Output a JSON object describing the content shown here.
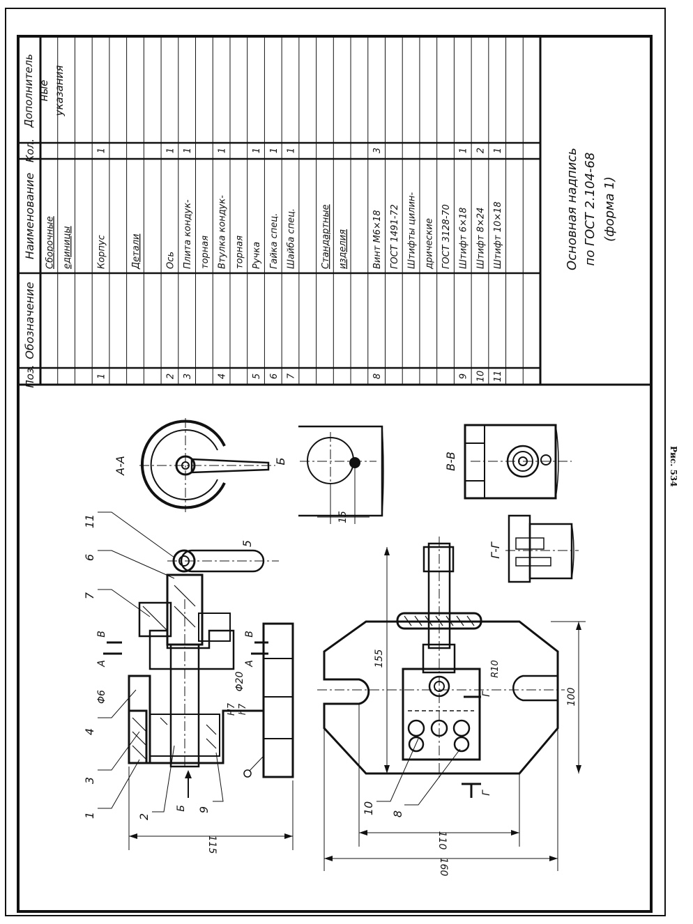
{
  "spec_table": {
    "headers": {
      "pos": "Поз.",
      "designation": "Обозначение",
      "name": "Наименование",
      "qty": "Кол.",
      "notes_line1": "Дополнитель",
      "notes_line2": "ные",
      "notes_line3": "указания"
    },
    "rows": [
      {
        "pos": "",
        "name": "Сборочные",
        "qty": "",
        "underline": true
      },
      {
        "pos": "",
        "name": "единицы",
        "qty": "",
        "underline": true
      },
      {
        "pos": "",
        "name": "",
        "qty": ""
      },
      {
        "pos": "1",
        "name": "Корпус",
        "qty": "1"
      },
      {
        "pos": "",
        "name": "",
        "qty": ""
      },
      {
        "pos": "",
        "name": "Детали",
        "qty": "",
        "underline": true
      },
      {
        "pos": "",
        "name": "",
        "qty": ""
      },
      {
        "pos": "2",
        "name": "Ось",
        "qty": "1"
      },
      {
        "pos": "3",
        "name": "Плита кондук-",
        "qty": "1"
      },
      {
        "pos": "",
        "name": "торная",
        "qty": ""
      },
      {
        "pos": "4",
        "name": "Втулка кондук-",
        "qty": "1"
      },
      {
        "pos": "",
        "name": "торная",
        "qty": ""
      },
      {
        "pos": "5",
        "name": "Ручка",
        "qty": "1"
      },
      {
        "pos": "6",
        "name": "Гайка спец.",
        "qty": "1"
      },
      {
        "pos": "7",
        "name": "Шайба спец.",
        "qty": "1"
      },
      {
        "pos": "",
        "name": "",
        "qty": ""
      },
      {
        "pos": "",
        "name": "Стандартные",
        "qty": "",
        "underline": true
      },
      {
        "pos": "",
        "name": "изделия",
        "qty": "",
        "underline": true
      },
      {
        "pos": "",
        "name": "",
        "qty": ""
      },
      {
        "pos": "8",
        "name": "Винт М6×18",
        "qty": "3"
      },
      {
        "pos": "",
        "name": "ГОСТ 1491-72",
        "qty": ""
      },
      {
        "pos": "",
        "name": "Штифты цилин-",
        "qty": ""
      },
      {
        "pos": "",
        "name": "дрические",
        "qty": ""
      },
      {
        "pos": "",
        "name": "ГОСТ 3128-70",
        "qty": ""
      },
      {
        "pos": "9",
        "name": "Штифт 6×18",
        "qty": "1"
      },
      {
        "pos": "10",
        "name": "Штифт 8×24",
        "qty": "2"
      },
      {
        "pos": "11",
        "name": "Штифт 10×18",
        "qty": "1"
      },
      {
        "pos": "",
        "name": "",
        "qty": ""
      },
      {
        "pos": "",
        "name": "",
        "qty": ""
      }
    ]
  },
  "title_block": {
    "line1": "Основная надпись",
    "line2": "по ГОСТ 2.104-68",
    "line3": "(форма 1)"
  },
  "drawing": {
    "section_aa": "А-А",
    "view_b": "Б",
    "section_vv": "В-В",
    "section_gg": "Г-Г",
    "dim_15": "15",
    "leader_11": "11",
    "leader_6": "6",
    "leader_7": "7",
    "leader_5": "5",
    "leader_4": "4",
    "leader_3": "3",
    "leader_1": "1",
    "leader_2": "2",
    "leader_9": "9",
    "leader_10": "10",
    "leader_8": "8",
    "mark_v_left": "В",
    "mark_v_right": "В",
    "mark_a_left": "А",
    "mark_a_right": "А",
    "mark_b": "Б",
    "mark_g_top": "Г",
    "mark_g_bottom": "Г",
    "dim_phi6": "Φ6",
    "dim_phi20": "Φ20",
    "fit_h7_upper": "H7",
    "fit_h7_lower": "h7",
    "dim_155": "155",
    "dim_r10": "R10",
    "dim_100": "100",
    "dim_115": "115",
    "dim_110": "110",
    "dim_160": "160"
  },
  "caption": "Рис. 534"
}
